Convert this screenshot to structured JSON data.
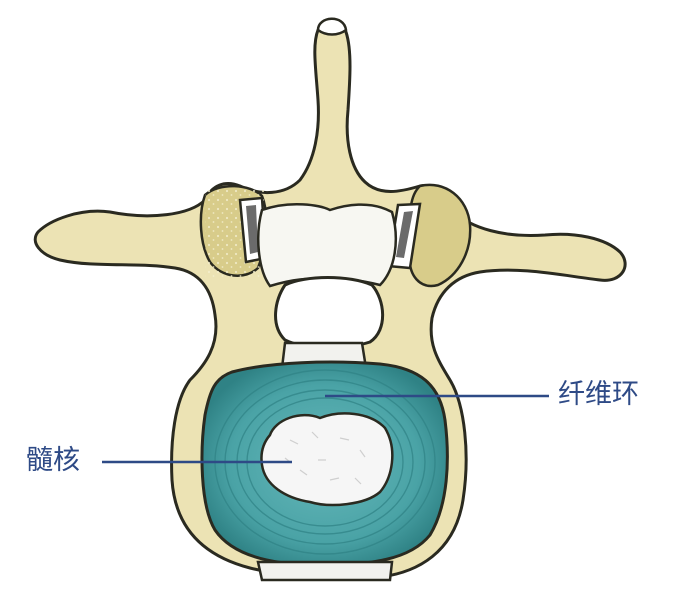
{
  "labels": {
    "annulus": "纤维环",
    "nucleus": "髓核"
  },
  "colors": {
    "bone": "#ece3b4",
    "bone_outline": "#2a2a20",
    "cancellous": "#d8cc8a",
    "annulus": "#4aa3a6",
    "annulus_dark": "#2f8285",
    "nucleus": "#f6f6f6",
    "leader_line": "#2e4a86",
    "joint_cartilage": "#6b6b6b"
  },
  "icons": {
    "vertebra": "lumbar-vertebra-illustration"
  }
}
